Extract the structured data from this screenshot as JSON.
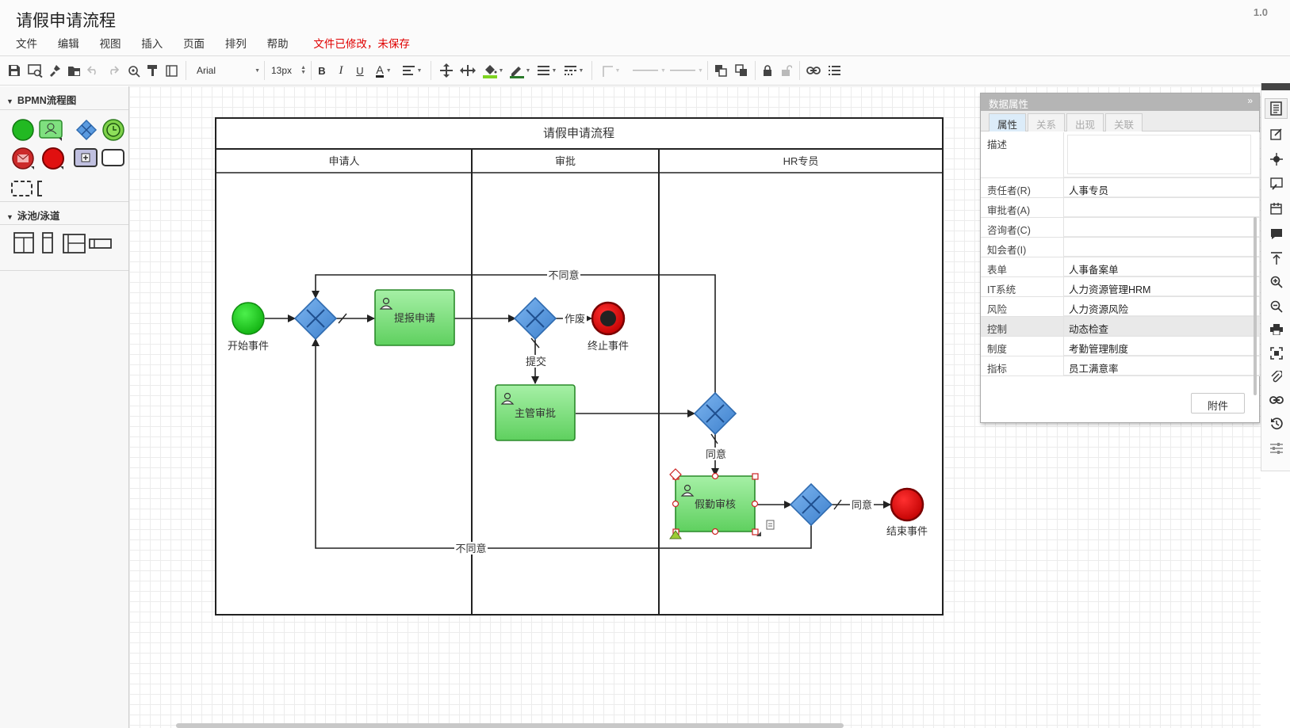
{
  "header": {
    "title": "请假申请流程",
    "version": "1.0",
    "menu": [
      "文件",
      "编辑",
      "视图",
      "插入",
      "页面",
      "排列",
      "帮助"
    ],
    "status": "文件已修改，未保存"
  },
  "toolbar": {
    "font_family": "Arial",
    "font_size": "13px",
    "icons": [
      "save-icon",
      "preview-icon",
      "plugin-icon",
      "folder-icon",
      "undo-icon",
      "redo-icon",
      "clear-format-icon",
      "format-painter-icon",
      "layout-icon",
      "bold-icon",
      "italic-icon",
      "underline-icon",
      "font-color-icon",
      "align-icon",
      "vertical-spacing-icon",
      "horizontal-spacing-icon",
      "fill-color-icon",
      "line-color-icon",
      "line-weight-icon",
      "line-style-icon",
      "connector-icon",
      "line-start-icon",
      "line-end-icon",
      "to-front-icon",
      "to-back-icon",
      "lock-icon",
      "unlock-icon",
      "link-icon",
      "list-icon"
    ],
    "labels": {
      "bold": "B",
      "italic": "I",
      "underline": "U",
      "font_color": "A"
    }
  },
  "sidebar": {
    "sections": [
      {
        "title": "BPMN流程图",
        "shapes": [
          "start-event",
          "user-task",
          "gateway",
          "timer-event",
          "message-event",
          "end-event",
          "subprocess",
          "task",
          "group",
          "annotation"
        ]
      },
      {
        "title": "泳池/泳道",
        "shapes": [
          "pool-horizontal",
          "lane-vertical",
          "pool-vertical",
          "lane-horizontal"
        ]
      }
    ]
  },
  "diagram": {
    "pool_title": "请假申请流程",
    "lanes": [
      "申请人",
      "审批",
      "HR专员"
    ],
    "nodes": {
      "start": "开始事件",
      "submit_task": "提报申请",
      "manager_task": "主管审批",
      "hr_task": "假勤审核",
      "terminate": "终止事件",
      "end": "结束事件"
    },
    "edge_labels": {
      "disagree_top": "不同意",
      "void": "作废",
      "submit": "提交",
      "agree_1": "同意",
      "agree_2": "同意",
      "disagree_bottom": "不同意"
    }
  },
  "properties_panel": {
    "title": "数据属性",
    "tabs": [
      "属性",
      "关系",
      "出现",
      "关联"
    ],
    "active_tab": "属性",
    "rows": [
      {
        "key": "描述",
        "value": ""
      },
      {
        "key": "责任者(R)",
        "value": "人事专员"
      },
      {
        "key": "审批者(A)",
        "value": ""
      },
      {
        "key": "咨询者(C)",
        "value": ""
      },
      {
        "key": "知会者(I)",
        "value": ""
      },
      {
        "key": "表单",
        "value": "人事备案单"
      },
      {
        "key": "IT系统",
        "value": "人力资源管理HRM"
      },
      {
        "key": "风险",
        "value": "人力资源风险"
      },
      {
        "key": "控制",
        "value": "动态检查"
      },
      {
        "key": "制度",
        "value": "考勤管理制度"
      },
      {
        "key": "指标",
        "value": "员工满意率"
      }
    ],
    "selected_row": "控制",
    "attach_button": "附件"
  },
  "right_toolbar": {
    "icons": [
      "format-panel-icon",
      "edit-icon",
      "target-icon",
      "image-edit-icon",
      "calendar-icon",
      "comment-icon",
      "align-top-icon",
      "zoom-in-icon",
      "zoom-out-icon",
      "print-icon",
      "fit-screen-icon",
      "attachment-icon",
      "link-icon",
      "history-icon",
      "settings-icon"
    ]
  },
  "colors": {
    "start_event": "#22b922",
    "end_event": "#cc0000",
    "task_fill": "#7fe07f",
    "task_stroke": "#2a8a2a",
    "gateway_fill": "#4d8ed4",
    "gateway_stroke": "#2f6bb0",
    "status_red": "#e00000",
    "selection_handle": "#cc2222"
  }
}
